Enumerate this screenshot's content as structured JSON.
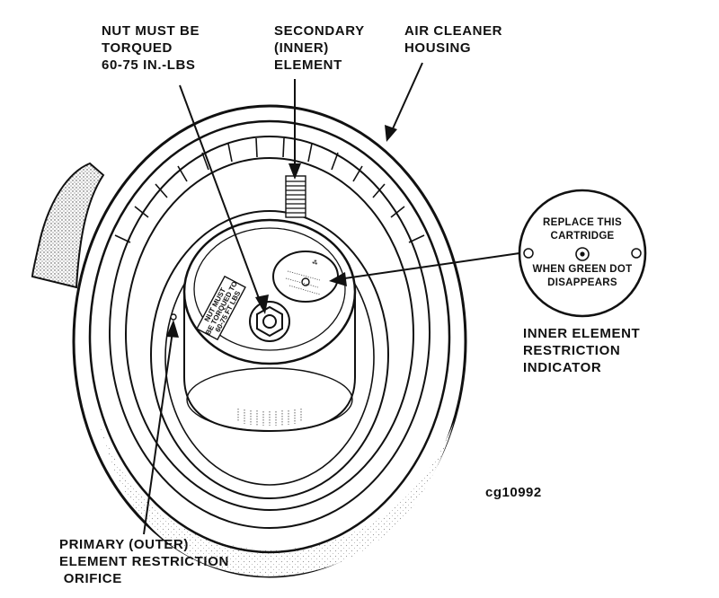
{
  "labels": {
    "nut": [
      "NUT MUST BE",
      "TORQUED",
      "60-75 IN.-LBS"
    ],
    "secondary": [
      "SECONDARY",
      "(INNER)",
      "ELEMENT"
    ],
    "housing": [
      "AIR CLEANER",
      "HOUSING"
    ],
    "indicator": [
      "INNER ELEMENT",
      "RESTRICTION",
      "INDICATOR"
    ],
    "primary": [
      "PRIMARY (OUTER)",
      "ELEMENT RESTRICTION",
      " ORIFICE"
    ]
  },
  "indicator_face": {
    "top": [
      "REPLACE THIS",
      "CARTRIDGE"
    ],
    "bottom": [
      "WHEN GREEN DOT",
      "DISAPPEARS"
    ]
  },
  "plate": [
    "NUT MUST",
    "BE TORQUED TO",
    "60-75 FT LBS"
  ],
  "figure_code": "cg10992"
}
